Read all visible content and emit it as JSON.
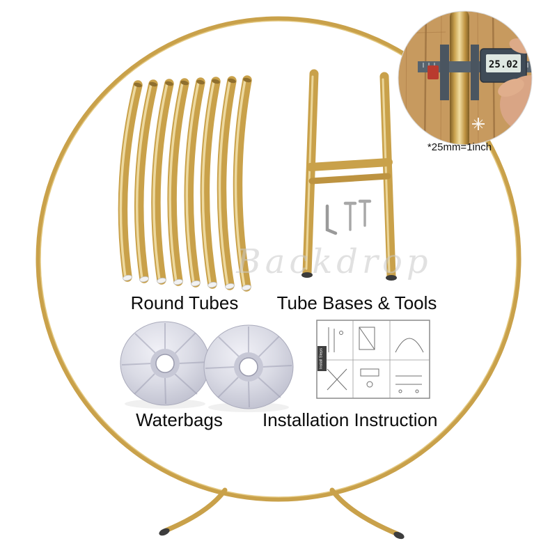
{
  "sections": {
    "round_tubes_label": "Round Tubes",
    "tube_bases_label": "Tube Bases &  Tools",
    "waterbags_label": "Waterbags",
    "installation_label": "Installation Instruction"
  },
  "inset": {
    "caliper_reading": "25.02",
    "note": "*25mm=1inch"
  },
  "instruction_sheet": {
    "title": "Install Steps"
  },
  "watermark": "Backdrop",
  "colors": {
    "gold": "#C9A14A",
    "gold_light": "#F0DCA0",
    "gold_dark": "#8A6A30",
    "waterbag": "#D4D5E0",
    "caliper_body": "#3F4B57",
    "caliper_screen": "#DFE8E2",
    "red_button": "#B93A2E",
    "wood": "#C79A5F"
  }
}
